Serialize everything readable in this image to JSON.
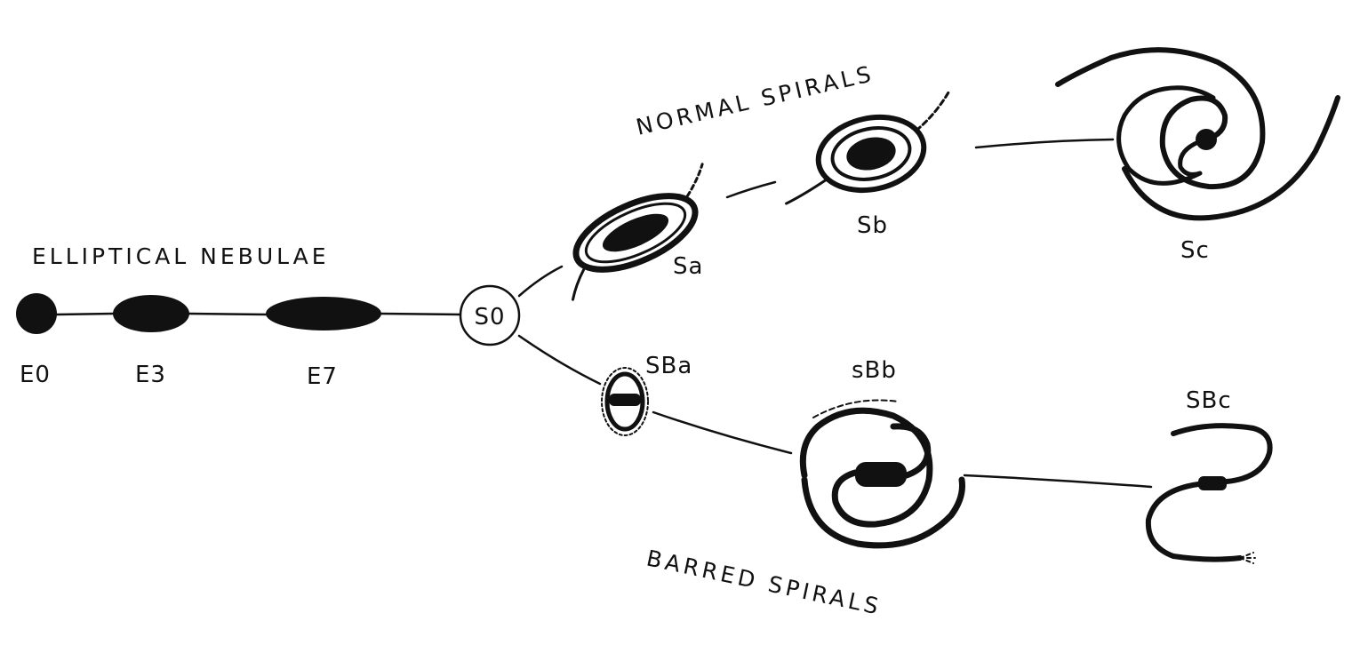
{
  "headings": {
    "elliptical": "ELLIPTICAL NEBULAE",
    "normal": "NORMAL SPIRALS",
    "barred": "BARRED SPIRALS"
  },
  "labels": {
    "e0": "E0",
    "e3": "E3",
    "e7": "E7",
    "s0": "S0",
    "sa": "Sa",
    "sb": "Sb",
    "sc": "Sc",
    "sba": "SBa",
    "sbb": "sBb",
    "sbc": "SBc"
  },
  "colors": {
    "ink": "#111111",
    "background": "#ffffff"
  }
}
